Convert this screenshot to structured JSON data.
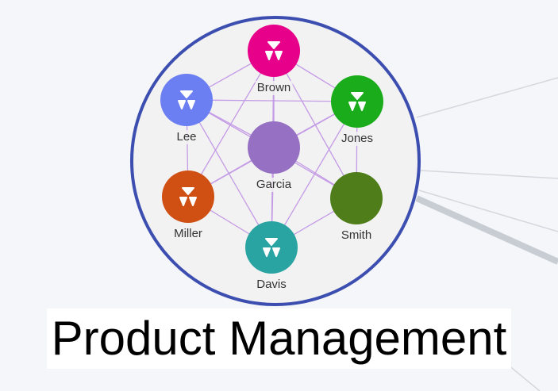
{
  "group": {
    "title": "Product Management"
  },
  "colors": {
    "ring": "#3c4eb0",
    "cluster_bg": "#f2f2f2",
    "edge": "#c49be6",
    "external_edge": "#cfd3d9"
  },
  "nodes": [
    {
      "id": "brown",
      "label": "Brown",
      "color": "#e6008a",
      "icon": "triad-icon"
    },
    {
      "id": "lee",
      "label": "Lee",
      "color": "#6b7ff2",
      "icon": "triad-icon"
    },
    {
      "id": "jones",
      "label": "Jones",
      "color": "#1aac1a",
      "icon": "triad-icon"
    },
    {
      "id": "garcia",
      "label": "Garcia",
      "color": "#9670c2",
      "icon": ""
    },
    {
      "id": "miller",
      "label": "Miller",
      "color": "#cf5012",
      "icon": "triad-icon"
    },
    {
      "id": "smith",
      "label": "Smith",
      "color": "#4e7d1a",
      "icon": ""
    },
    {
      "id": "davis",
      "label": "Davis",
      "color": "#2aa3a3",
      "icon": "triad-icon"
    }
  ],
  "edges": [
    [
      "brown",
      "lee"
    ],
    [
      "brown",
      "jones"
    ],
    [
      "brown",
      "garcia"
    ],
    [
      "brown",
      "miller"
    ],
    [
      "brown",
      "smith"
    ],
    [
      "brown",
      "davis"
    ],
    [
      "lee",
      "garcia"
    ],
    [
      "lee",
      "miller"
    ],
    [
      "lee",
      "jones"
    ],
    [
      "lee",
      "davis"
    ],
    [
      "lee",
      "smith"
    ],
    [
      "jones",
      "garcia"
    ],
    [
      "jones",
      "smith"
    ],
    [
      "jones",
      "davis"
    ],
    [
      "jones",
      "miller"
    ],
    [
      "garcia",
      "miller"
    ],
    [
      "garcia",
      "smith"
    ],
    [
      "garcia",
      "davis"
    ],
    [
      "miller",
      "davis"
    ],
    [
      "smith",
      "davis"
    ]
  ]
}
